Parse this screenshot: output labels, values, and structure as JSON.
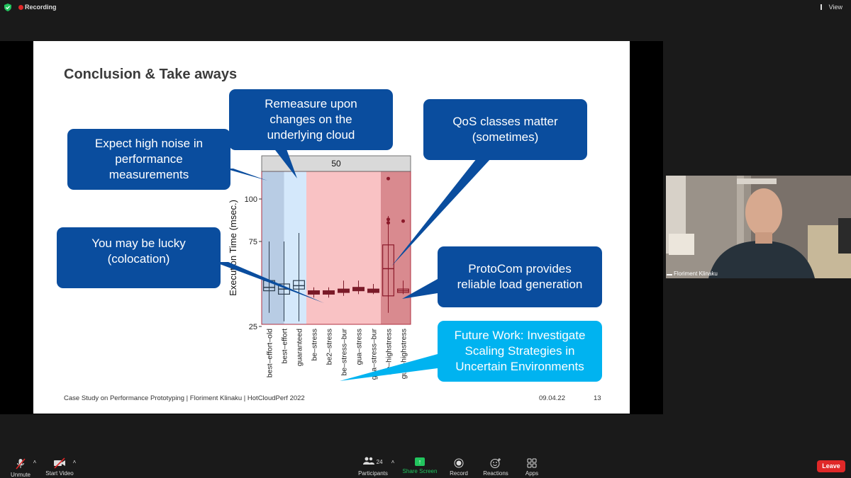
{
  "app": {
    "recording_label": "Recording",
    "view_label": "View"
  },
  "slide": {
    "title": "Conclusion & Take aways",
    "footer_left": "Case Study on Performance Prototyping | Floriment Klinaku | HotCloudPerf 2022",
    "footer_date": "09.04.22",
    "footer_page": "13",
    "callouts": {
      "noise": [
        "Expect high noise in",
        "performance",
        "measurements"
      ],
      "remeasure": [
        "Remeasure upon",
        "changes on the",
        "underlying cloud"
      ],
      "qos": [
        "QoS classes matter",
        "(sometimes)"
      ],
      "lucky": [
        "You may be lucky",
        "(colocation)"
      ],
      "protocom": [
        "ProtoCom provides",
        "reliable load generation"
      ],
      "future": [
        "Future Work: Investigate",
        "Scaling Strategies in",
        "Uncertain Environments"
      ]
    }
  },
  "chart_data": {
    "type": "box",
    "facet_label": "50",
    "ylabel": "Execution Time (msec.)",
    "y_ticks": [
      25,
      75,
      100
    ],
    "ylim": [
      25,
      115
    ],
    "categories": [
      "best–effort–old",
      "best–effort",
      "guaranteed",
      "be–stress",
      "be2–stress",
      "be–stress–bur",
      "gua–stress",
      "gua–stress–bur",
      "be–highstress",
      "gua–highstress"
    ],
    "background_colors": {
      "best-effort": "#b8cce4",
      "guaranteed": "#d4e8fb",
      "stress": "#f9c2c4",
      "highstress": "#d98a8f"
    },
    "boxes": [
      {
        "category": "best–effort–old",
        "q1": 46,
        "median": 48,
        "q3": 52,
        "whisker_low": 33,
        "whisker_high": 75
      },
      {
        "category": "best–effort",
        "q1": 44,
        "median": 47,
        "q3": 50,
        "whisker_low": 28,
        "whisker_high": 75
      },
      {
        "category": "guaranteed",
        "q1": 47,
        "median": 49,
        "q3": 52,
        "whisker_low": 28,
        "whisker_high": 80
      },
      {
        "category": "be–stress",
        "q1": 44,
        "median": 45,
        "q3": 46,
        "whisker_low": 42,
        "whisker_high": 48
      },
      {
        "category": "be2–stress",
        "q1": 44,
        "median": 45,
        "q3": 46,
        "whisker_low": 42,
        "whisker_high": 48
      },
      {
        "category": "be–stress–bur",
        "q1": 45,
        "median": 46,
        "q3": 47,
        "whisker_low": 43,
        "whisker_high": 52
      },
      {
        "category": "gua–stress",
        "q1": 46,
        "median": 47,
        "q3": 48,
        "whisker_low": 44,
        "whisker_high": 52
      },
      {
        "category": "gua–stress–bur",
        "q1": 45,
        "median": 46,
        "q3": 47,
        "whisker_low": 44,
        "whisker_high": 50
      },
      {
        "category": "be–highstress",
        "q1": 43,
        "median": 59,
        "q3": 73,
        "whisker_low": 33,
        "whisker_high": 90
      },
      {
        "category": "gua–highstress",
        "q1": 45,
        "median": 46,
        "q3": 47,
        "whisker_low": 44,
        "whisker_high": 52
      }
    ]
  },
  "video": {
    "participant_name": "Floriment Klinaku"
  },
  "toolbar": {
    "unmute": "Unmute",
    "start_video": "Start Video",
    "participants": "Participants",
    "participants_count": "24",
    "share_screen": "Share Screen",
    "record": "Record",
    "reactions": "Reactions",
    "apps": "Apps",
    "leave": "Leave"
  }
}
